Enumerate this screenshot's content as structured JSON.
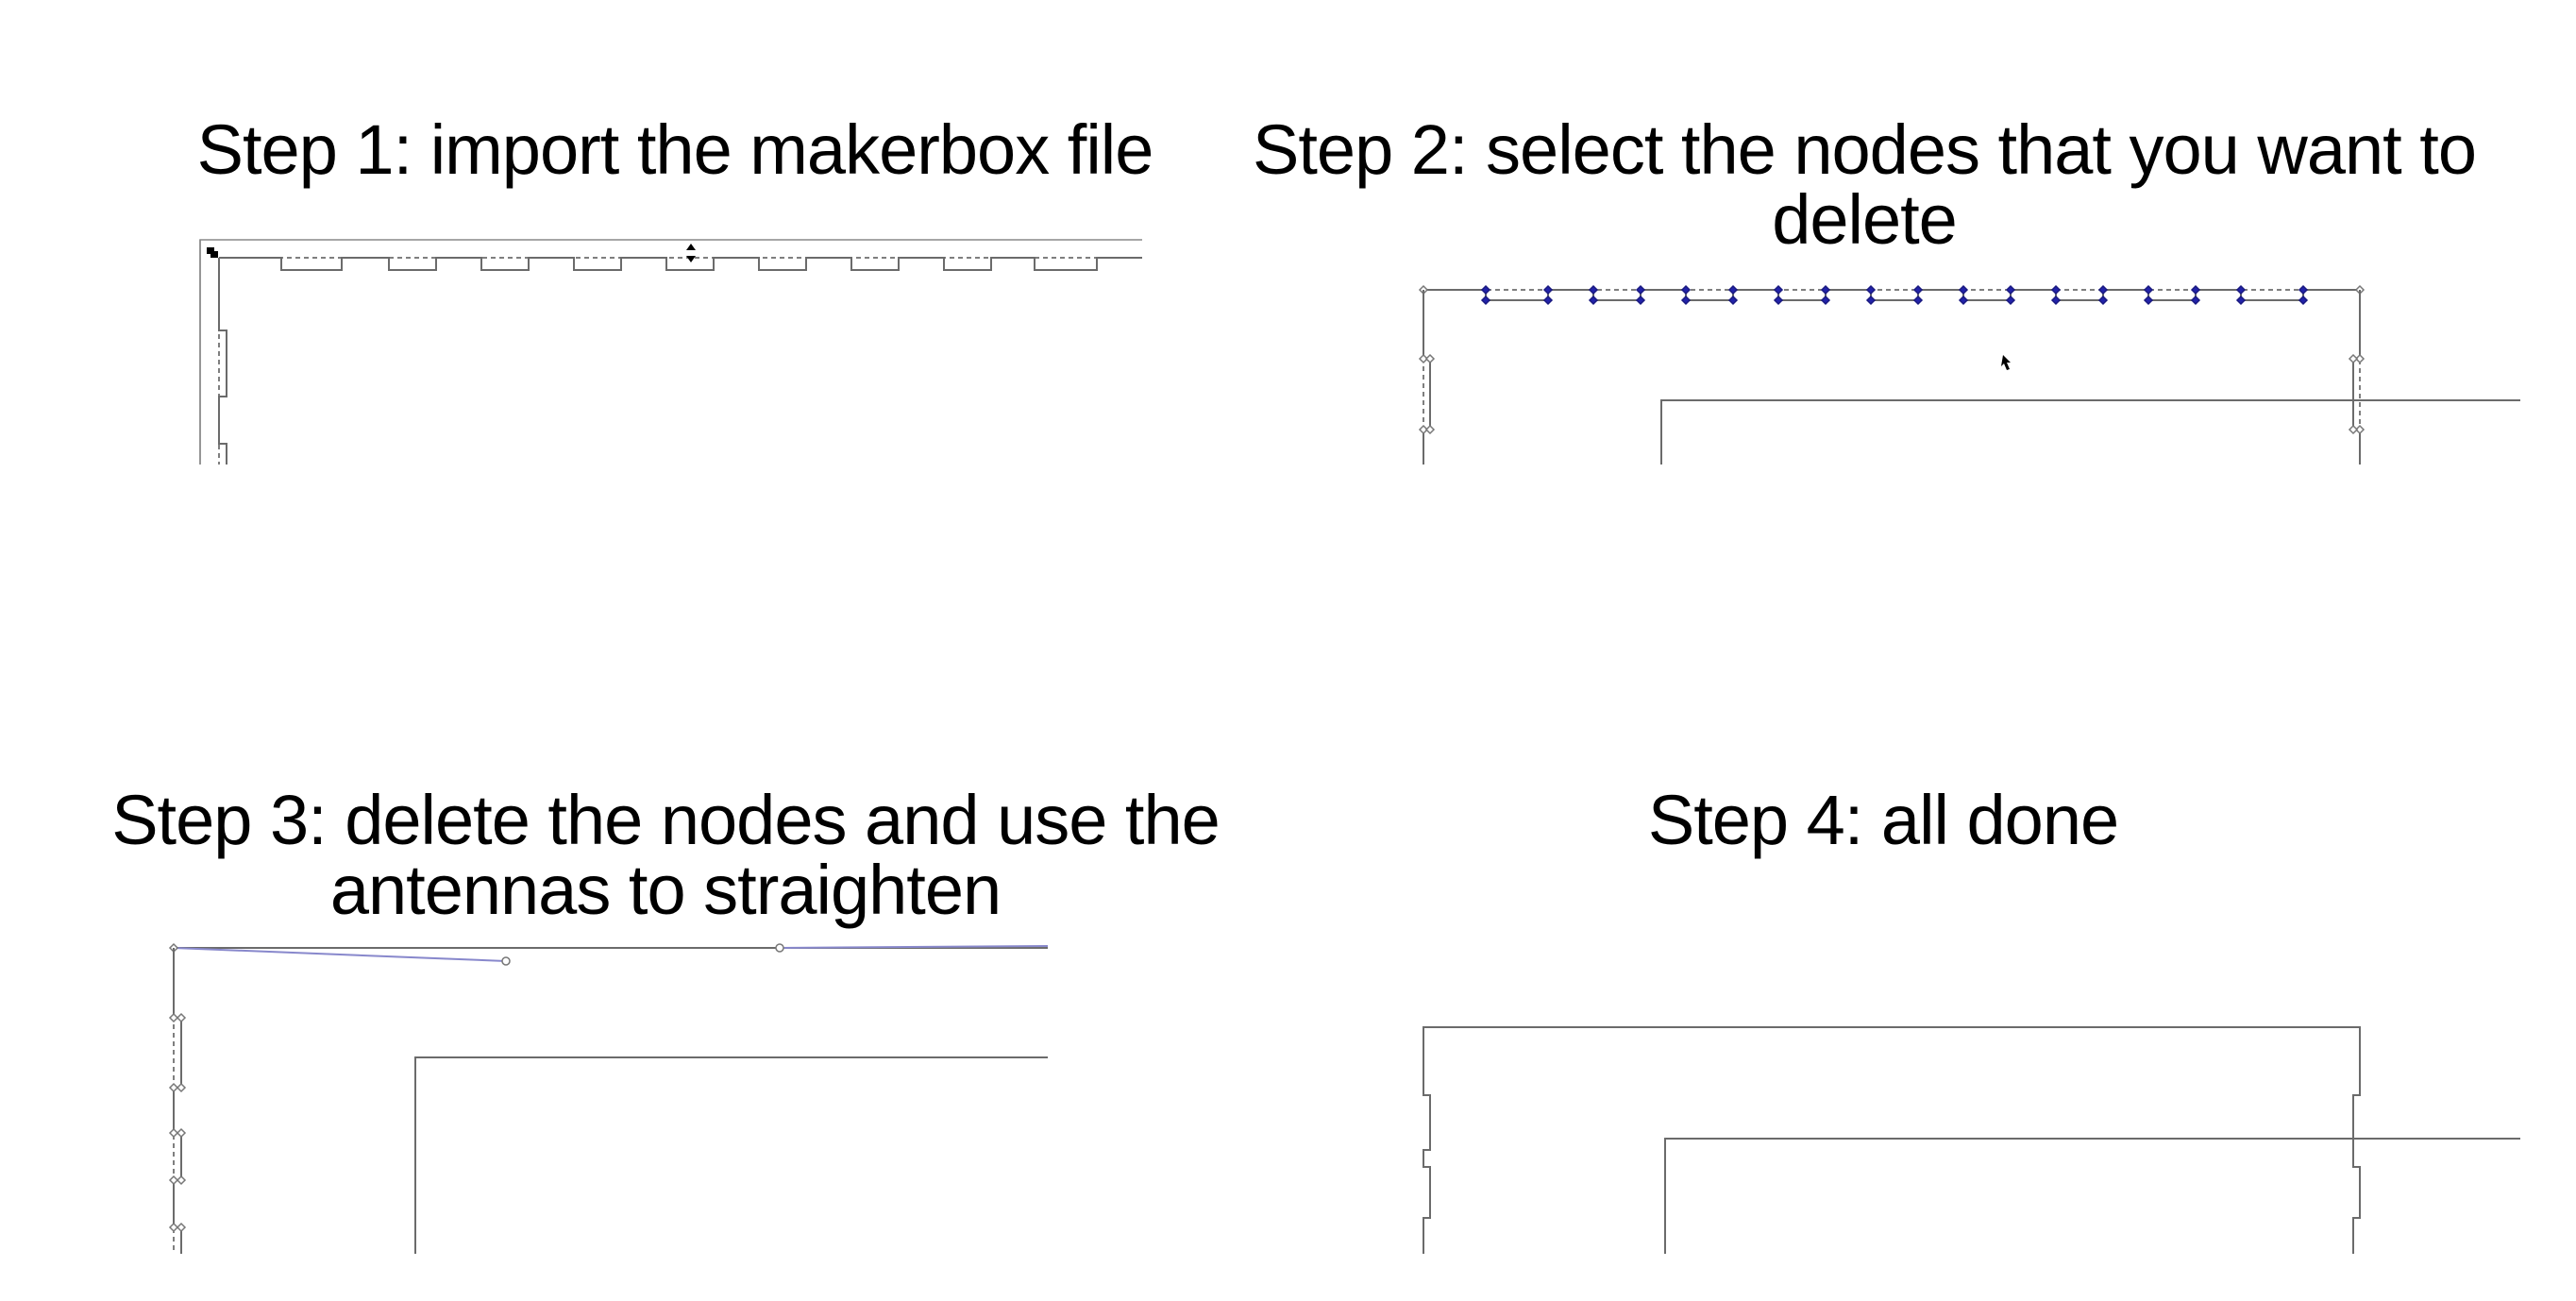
{
  "steps": [
    {
      "title": "Step 1: import the makerbox file"
    },
    {
      "title": "Step 2: select the nodes that you want to\ndelete"
    },
    {
      "title": "Step 3: delete the nodes and use the\nantennas to straighten"
    },
    {
      "title": "Step 4: all done"
    }
  ],
  "colors": {
    "outline": "#6b6b6b",
    "selected_node": "#2222aa",
    "handle": "#8888cc"
  }
}
